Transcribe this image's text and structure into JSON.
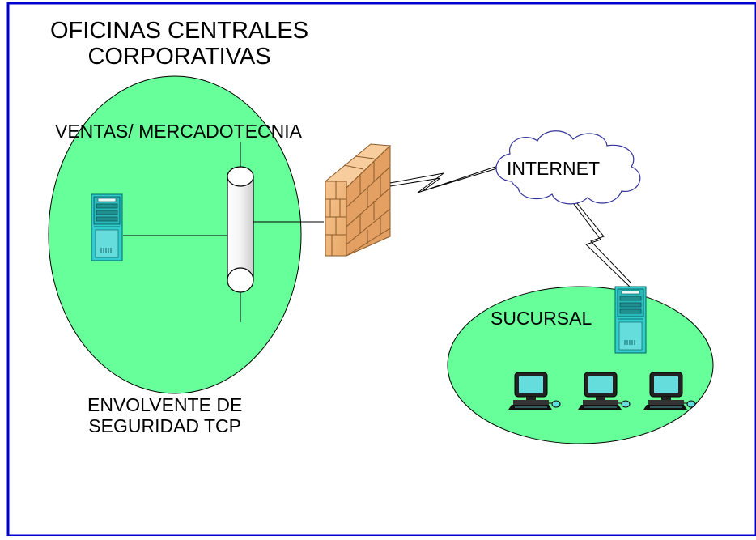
{
  "diagram": {
    "headquarters": {
      "title_line1": "OFICINAS CENTRALES",
      "title_line2": "CORPORATIVAS",
      "department": "VENTAS/ MERCADOTECNIA",
      "envelope_line1": "ENVOLVENTE DE",
      "envelope_line2": "SEGURIDAD TCP"
    },
    "internet_label": "INTERNET",
    "branch_label": "SUCURSAL",
    "colors": {
      "zone_fill": "#66ff99",
      "frame_border": "#0000cc",
      "server_body": "#33cccc",
      "firewall_brick": "#f0b87a"
    }
  }
}
